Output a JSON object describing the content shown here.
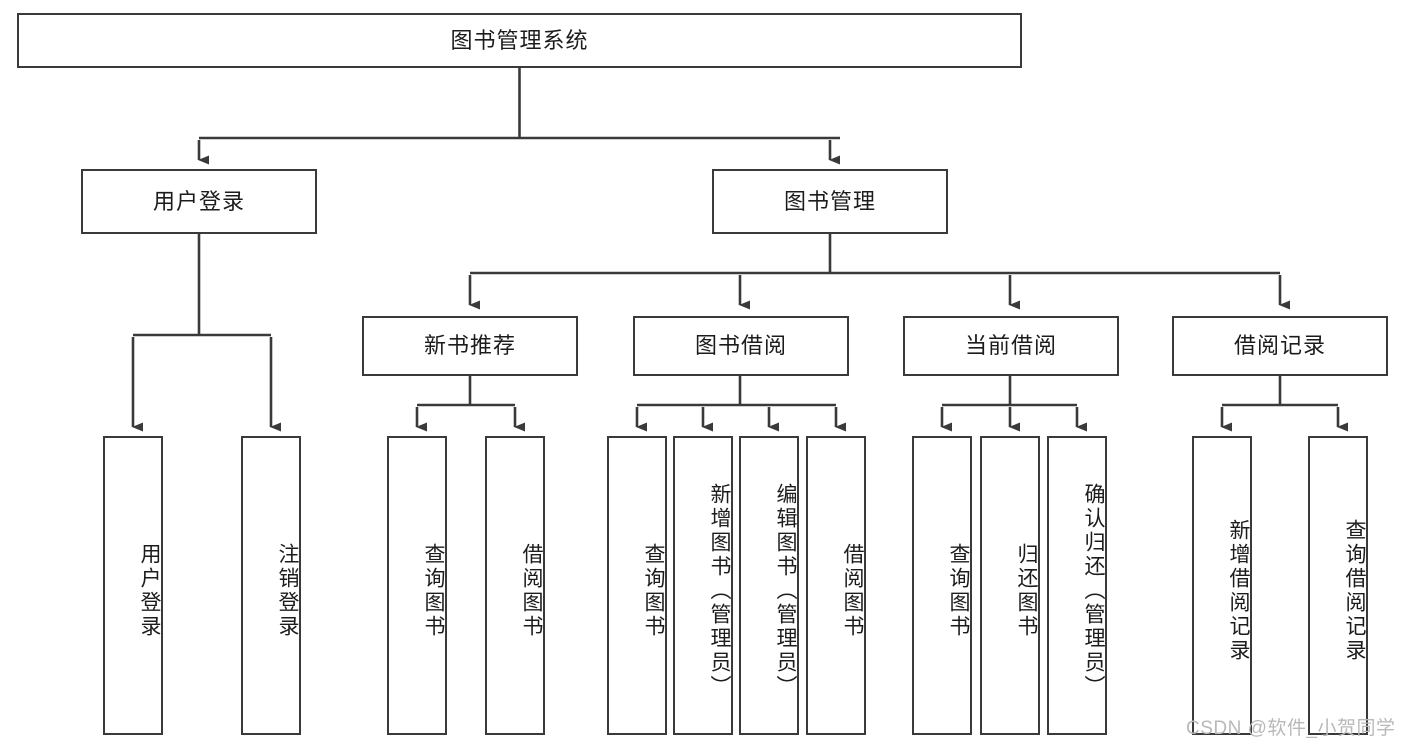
{
  "diagram": {
    "title": "图书管理系统",
    "type": "tree-hierarchy-chart",
    "stroke_color": "#3a3a3a",
    "fill_color": "#ffffff",
    "text_color": "#1c1c1c",
    "root": {
      "label": "图书管理系统"
    },
    "level1": [
      {
        "label": "用户登录"
      },
      {
        "label": "图书管理"
      }
    ],
    "level2": [
      {
        "label": "新书推荐"
      },
      {
        "label": "图书借阅"
      },
      {
        "label": "当前借阅"
      },
      {
        "label": "借阅记录"
      }
    ],
    "leaves": {
      "user_login": [
        {
          "label": "用户登录"
        },
        {
          "label": "注销登录"
        }
      ],
      "new_book_recommend": [
        {
          "label": "查询图书"
        },
        {
          "label": "借阅图书"
        }
      ],
      "book_borrow": [
        {
          "label": "查询图书"
        },
        {
          "label": "新增图书（管理员）"
        },
        {
          "label": "编辑图书（管理员）"
        },
        {
          "label": "借阅图书"
        }
      ],
      "current_borrow": [
        {
          "label": "查询图书"
        },
        {
          "label": "归还图书"
        },
        {
          "label": "确认归还（管理员）"
        }
      ],
      "borrow_record": [
        {
          "label": "新增借阅记录"
        },
        {
          "label": "查询借阅记录"
        }
      ]
    }
  },
  "watermark": {
    "text": "CSDN @软件_小贺同学"
  }
}
